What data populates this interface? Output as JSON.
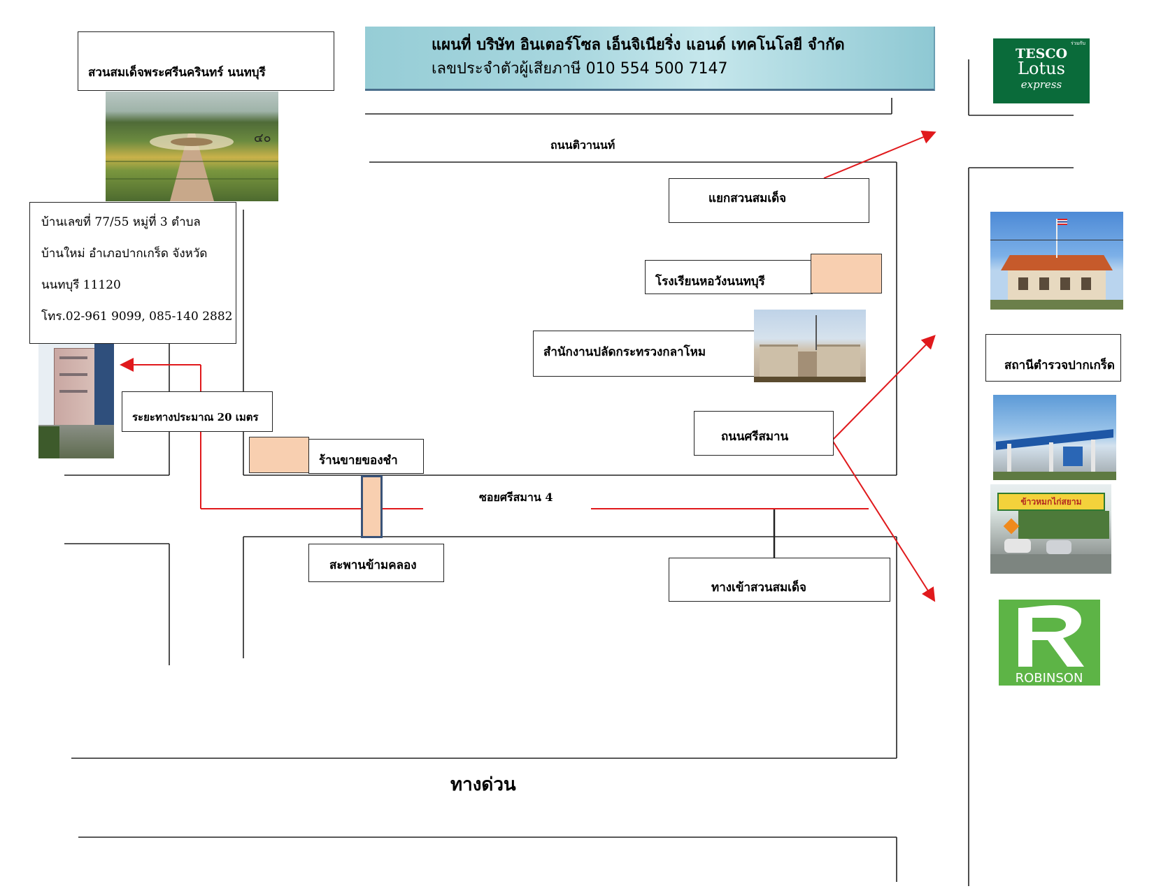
{
  "title": {
    "line1": "แผนที่ บริษัท อินเตอร์โซล เอ็นจิเนียริ่ง แอนด์ เทคโนโลยี จำกัด",
    "line2": "เลขประจำตัวผู้เสียภาษี 010 554 500 7147"
  },
  "address": {
    "line1": "บ้านเลขที่ 77/55 หมู่ที่ 3      ตำบล",
    "line2": "บ้านใหม่ อำเภอปากเกร็ด จังหวัด",
    "line3": "นนทบุรี 11120",
    "line4": "โทร.02-961 9099, 085-140 2882"
  },
  "labels": {
    "park": "สวนสมเด็จพระศรีนครินทร์ นนทบุรี",
    "tiwanon_road": "ถนนติวานนท์",
    "junction": "แยกสวนสมเด็จ",
    "school": "โรงเรียนหอวังนนทบุรี",
    "ministry": "สำนักงานปลัดกระทรวงกลาโหม",
    "srisaman_road": "ถนนศรีสมาน",
    "distance": "ระยะทางประมาณ 20 เมตร",
    "grocery": "ร้านขายของชำ",
    "soi": "ซอยศรีสมาน 4",
    "bridge": "สะพานข้ามคลอง",
    "park_entrance": "ทางเข้าสวนสมเด็จ",
    "expressway": "ทางด่วน",
    "police": "สถานีตำรวจปากเกร็ด"
  },
  "logos": {
    "tesco_small": "ร่วมกับ",
    "tesco_1": "TESCO",
    "tesco_2": "Lotus",
    "tesco_3": "express",
    "robinson": "ROBINSON",
    "restaurant_sign": "ข้าวหมกไก่สยาม",
    "park_sign": "๔๐"
  },
  "colors": {
    "route": "#e0191c",
    "title_bg": "#a7d6de",
    "landmark_fill": "#f8cfb0",
    "tesco_green": "#0a6b3a",
    "robinson_green": "#5db446"
  }
}
